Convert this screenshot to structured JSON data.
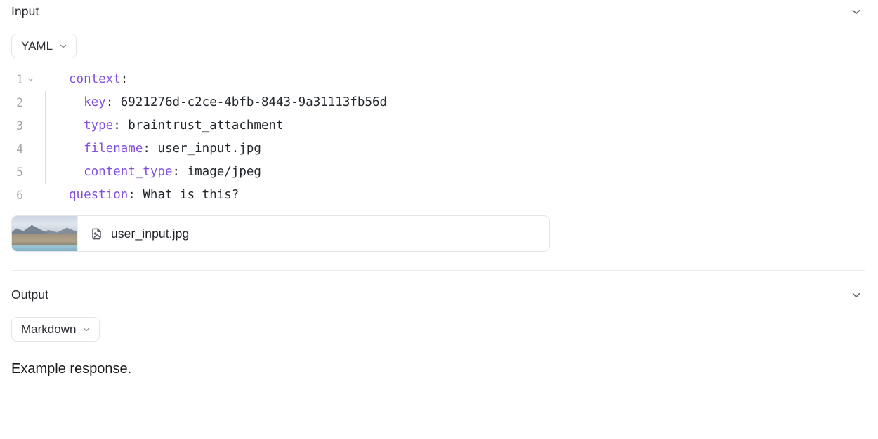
{
  "input": {
    "title": "Input",
    "collapse_icon": "chevron-down-icon",
    "format": {
      "label": "YAML",
      "caret_icon": "chevron-down-icon"
    },
    "code": {
      "language": "yaml",
      "lines": [
        {
          "number": "1",
          "foldable": true,
          "indent_guide": false,
          "tokens": [
            {
              "t": "key",
              "s": "context"
            },
            {
              "t": "punct",
              "s": ":"
            }
          ]
        },
        {
          "number": "2",
          "foldable": false,
          "indent_guide": true,
          "tokens": [
            {
              "t": "key",
              "s": "  key"
            },
            {
              "t": "punct",
              "s": ":"
            },
            {
              "t": "value",
              "s": " 6921276d-c2ce-4bfb-8443-9a31113fb56d"
            }
          ]
        },
        {
          "number": "3",
          "foldable": false,
          "indent_guide": true,
          "tokens": [
            {
              "t": "key",
              "s": "  type"
            },
            {
              "t": "punct",
              "s": ":"
            },
            {
              "t": "value",
              "s": " braintrust_attachment"
            }
          ]
        },
        {
          "number": "4",
          "foldable": false,
          "indent_guide": true,
          "tokens": [
            {
              "t": "key",
              "s": "  filename"
            },
            {
              "t": "punct",
              "s": ":"
            },
            {
              "t": "value",
              "s": " user_input.jpg"
            }
          ]
        },
        {
          "number": "5",
          "foldable": false,
          "indent_guide": true,
          "tokens": [
            {
              "t": "key",
              "s": "  content_type"
            },
            {
              "t": "punct",
              "s": ":"
            },
            {
              "t": "value",
              "s": " image/jpeg"
            }
          ]
        },
        {
          "number": "6",
          "foldable": false,
          "indent_guide": false,
          "tokens": [
            {
              "t": "key",
              "s": "question"
            },
            {
              "t": "punct",
              "s": ":"
            },
            {
              "t": "value",
              "s": " What is this?"
            }
          ]
        }
      ]
    },
    "attachment": {
      "filename": "user_input.jpg",
      "file_icon": "file-image-icon",
      "thumbnail_alt": "mountain landscape with lake"
    }
  },
  "output": {
    "title": "Output",
    "collapse_icon": "chevron-down-icon",
    "format": {
      "label": "Markdown",
      "caret_icon": "chevron-down-icon"
    },
    "body": "Example response."
  },
  "colors": {
    "key_purple": "#8250df",
    "text": "#24292f",
    "muted": "#a5a6ad",
    "border": "#e4e4e7",
    "divider": "#ededf0"
  }
}
